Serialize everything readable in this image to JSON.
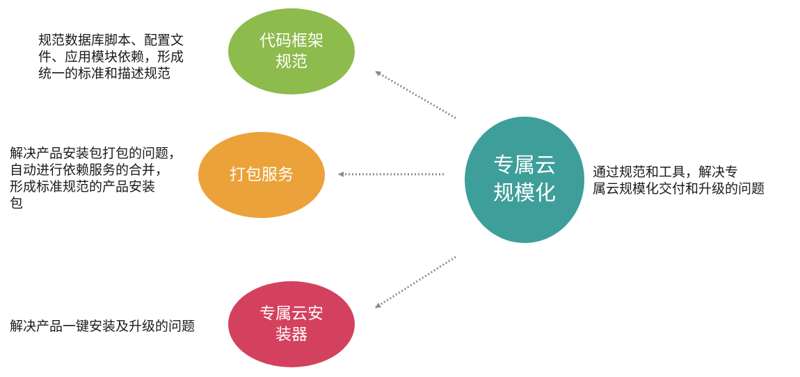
{
  "center": {
    "label": "专属云\n规模化",
    "description": "通过规范和工具，解决专\n属云规模化交付和升级的问题",
    "color": "#3e9e9a"
  },
  "nodes": [
    {
      "label": "代码框架\n规范",
      "description": "规范数据库脚本、配置文\n件、应用模块依赖，形成\n统一的标准和描述规范",
      "color": "#8dbb4c"
    },
    {
      "label": "打包服务",
      "description": "解决产品安装包打包的问题，\n自动进行依赖服务的合并，\n形成标准规范的产品安装\n包",
      "color": "#eba23a"
    },
    {
      "label": "专属云安\n装器",
      "description": "解决产品一键安装及升级的问题",
      "color": "#d4415e"
    }
  ],
  "arrow_color": "#8c8c8c"
}
